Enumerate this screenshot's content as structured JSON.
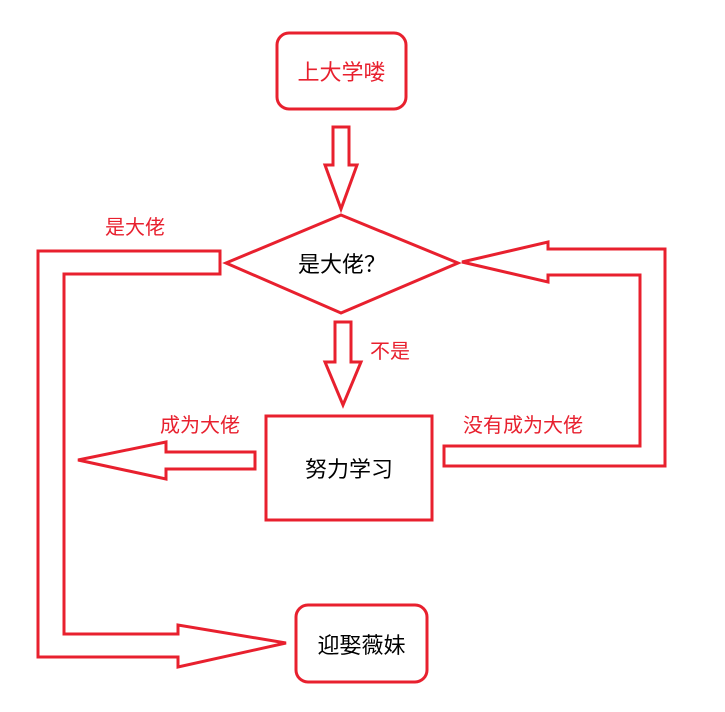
{
  "colors": {
    "stroke": "#e8202e",
    "text_red": "#e8202e",
    "text_black": "#000000"
  },
  "nodes": {
    "start": "上大学喽",
    "decision": "是大佬？",
    "process": "努力学习",
    "end": "迎娶薇妹"
  },
  "edge_labels": {
    "yes": "是大佬",
    "no": "不是",
    "success": "成为大佬",
    "fail": "没有成为大佬"
  }
}
